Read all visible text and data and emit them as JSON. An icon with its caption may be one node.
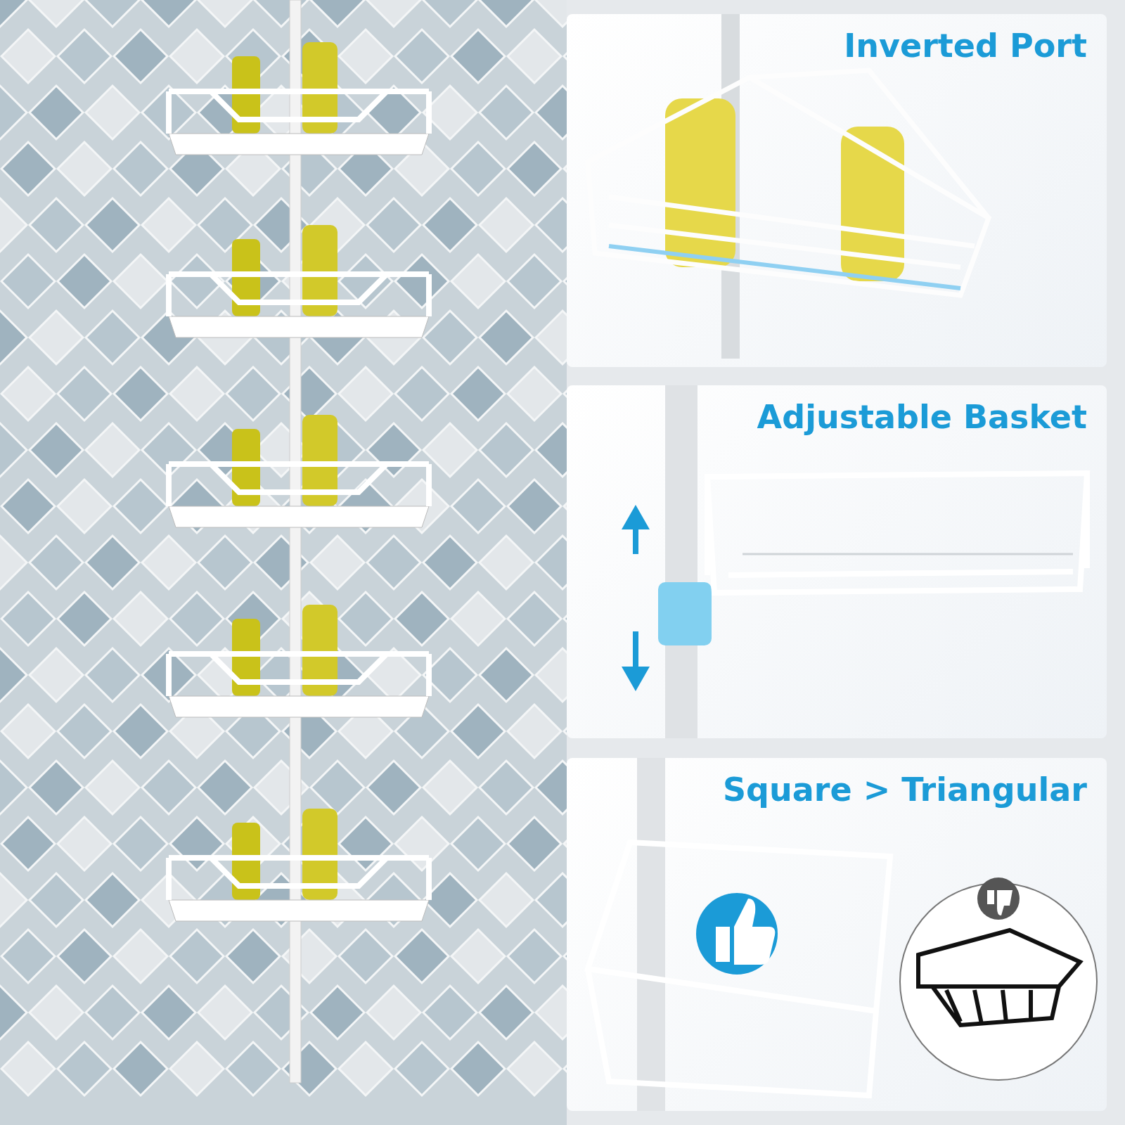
{
  "diagram": {
    "nodes": [
      {
        "text": [
          "Inverted Port"
        ]
      },
      {
        "text": [
          "Adjustable Basket"
        ]
      },
      {
        "text": [
          "Square > Triangular"
        ]
      }
    ]
  }
}
